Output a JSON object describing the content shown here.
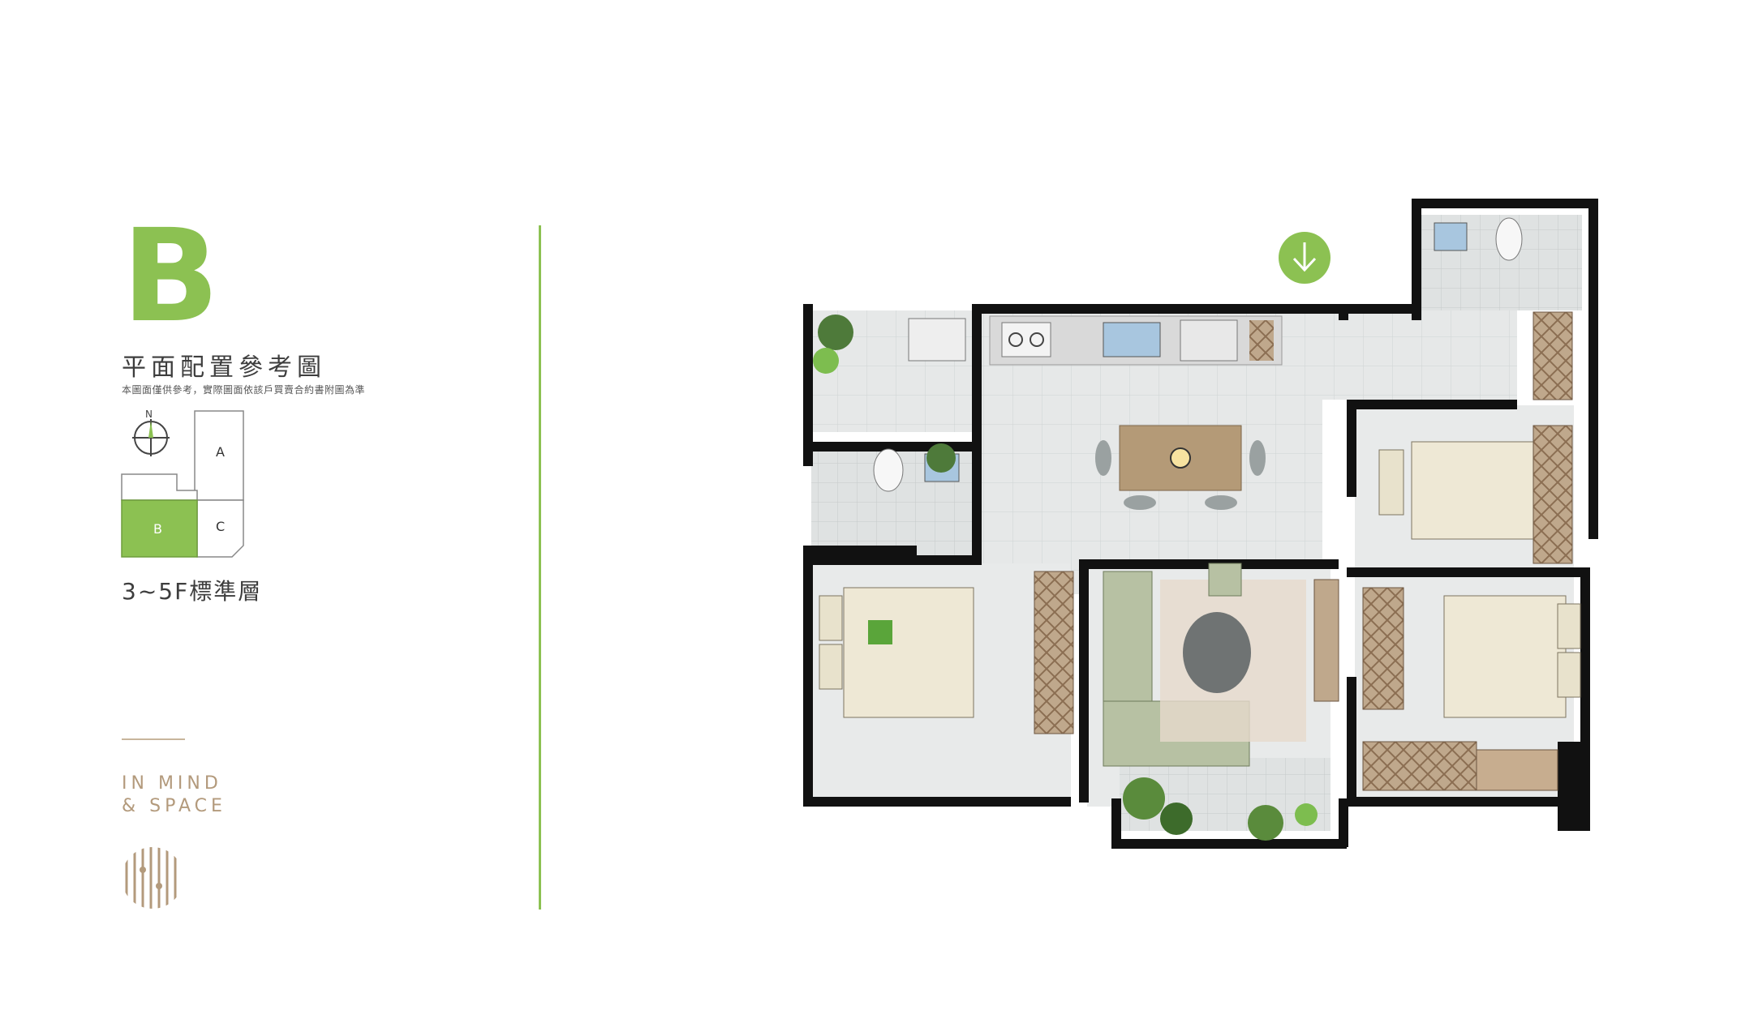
{
  "unit": {
    "letter": "B",
    "title": "平面配置參考圖",
    "disclaimer": "本圖面僅供參考，實際圖面依該戶買賣合約書附圖為準",
    "floor": "3~5F標準層"
  },
  "key_plan": {
    "north_label": "N",
    "units": [
      {
        "label": "A",
        "highlighted": false
      },
      {
        "label": "B",
        "highlighted": true
      },
      {
        "label": "C",
        "highlighted": false
      }
    ]
  },
  "brand": {
    "tagline": [
      "IN MIND",
      "& SPACE"
    ]
  },
  "colors": {
    "accent_green": "#8cc152",
    "brand_tan": "#b39a7c",
    "wall": "#111111",
    "tile": "#e4e6e6"
  },
  "icons": {
    "entry": "down-arrow-circle-icon",
    "north": "compass-icon",
    "logo": "striped-circle-logo"
  }
}
